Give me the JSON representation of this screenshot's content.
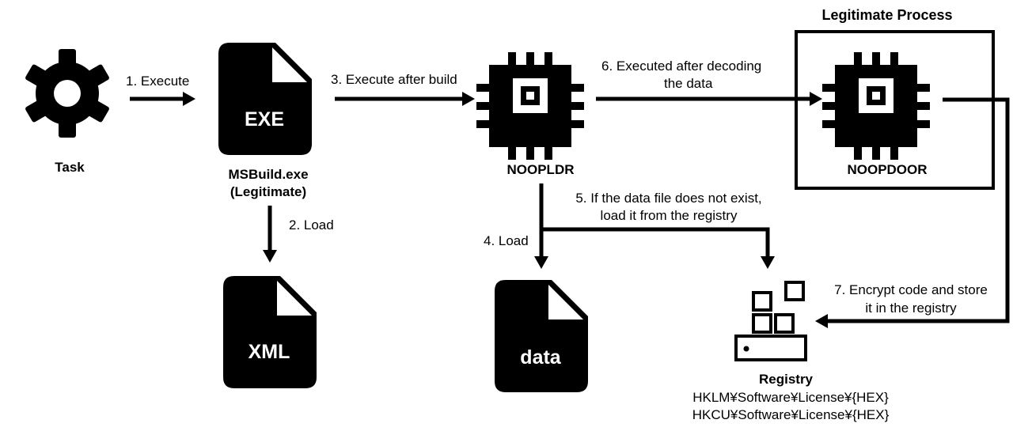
{
  "nodes": {
    "task": "Task",
    "msbuild_line1": "MSBuild.exe",
    "msbuild_line2": "(Legitimate)",
    "exe_label": "EXE",
    "xml_label": "XML",
    "noopldr": "NOOPLDR",
    "data_label": "data",
    "legit_title": "Legitimate Process",
    "noopdoor": "NOOPDOOR",
    "registry": "Registry",
    "registry_key1": "HKLM¥Software¥License¥{HEX}",
    "registry_key2": "HKCU¥Software¥License¥{HEX}"
  },
  "edges": {
    "e1": "1. Execute",
    "e2": "2. Load",
    "e3": "3. Execute after build",
    "e4": "4. Load",
    "e5_line1": "5. If the data file does not exist,",
    "e5_line2": "load it from the registry",
    "e6_line1": "6. Executed after decoding",
    "e6_line2": "the data",
    "e7_line1": "7. Encrypt code and store",
    "e7_line2": "it in the registry"
  },
  "colors": {
    "ink": "#000000",
    "background": "#ffffff"
  }
}
